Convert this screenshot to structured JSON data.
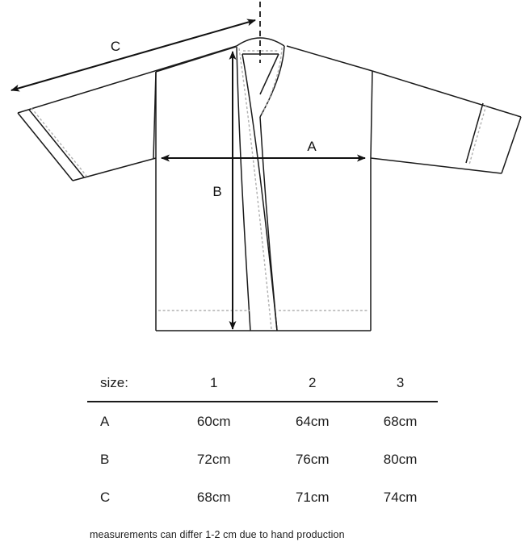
{
  "diagram": {
    "name": "kimono-robe-technical-drawing",
    "labels": {
      "a": "A",
      "b": "B",
      "c": "C"
    },
    "colors": {
      "outline": "#1a1a1a",
      "stitch": "#b3b3b3",
      "arrow": "#111111",
      "background": "#ffffff"
    }
  },
  "table": {
    "header": {
      "size_label": "size:",
      "columns": [
        "1",
        "2",
        "3"
      ]
    },
    "rows": [
      {
        "label": "A",
        "values": [
          "60cm",
          "64cm",
          "68cm"
        ]
      },
      {
        "label": "B",
        "values": [
          "72cm",
          "76cm",
          "80cm"
        ]
      },
      {
        "label": "C",
        "values": [
          "68cm",
          "71cm",
          "74cm"
        ]
      }
    ]
  },
  "footnote": "measurements can differ 1-2 cm due to hand production"
}
